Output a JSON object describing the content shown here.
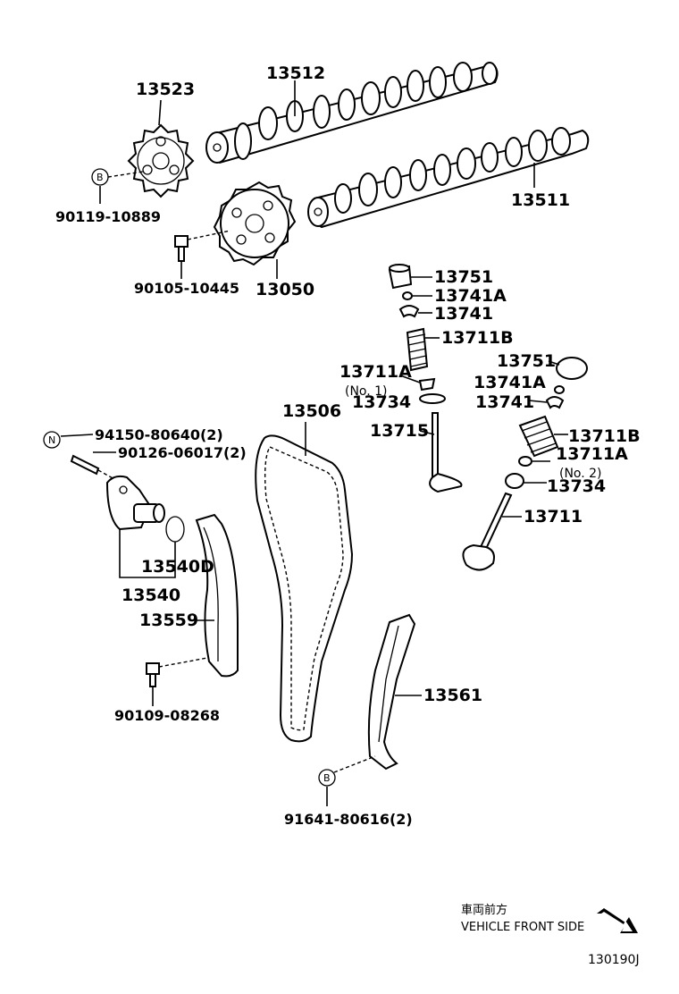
{
  "diagram": {
    "parts": {
      "p13523": "13523",
      "p13512": "13512",
      "p90119": "90119-10889",
      "p13511": "13511",
      "p90105": "90105-10445",
      "p13050": "13050",
      "p13751a": "13751",
      "p13741Aa": "13741A",
      "p13741a": "13741",
      "p13711Ba": "13711B",
      "p13711Aa": "13711A",
      "p13711Aa_note": "(No. 1)",
      "p13734a": "13734",
      "p13751b": "13751",
      "p13741Ab": "13741A",
      "p13741b": "13741",
      "p13506": "13506",
      "p13715": "13715",
      "p13711Bb": "13711B",
      "p13711Ab": "13711A",
      "p13711Ab_note": "(No. 2)",
      "p13734b": "13734",
      "p13711": "13711",
      "p94150": "94150-80640(2)",
      "p90126": "90126-06017(2)",
      "p13540D": "13540D",
      "p13540": "13540",
      "p13559": "13559",
      "p90109": "90109-08268",
      "p13561": "13561",
      "p91641": "91641-80616(2)"
    },
    "markers": {
      "b1": "B",
      "n1": "N",
      "b2": "B"
    },
    "footer": {
      "jp": "車両前方",
      "en": "VEHICLE FRONT SIDE",
      "code": "130190J"
    }
  }
}
